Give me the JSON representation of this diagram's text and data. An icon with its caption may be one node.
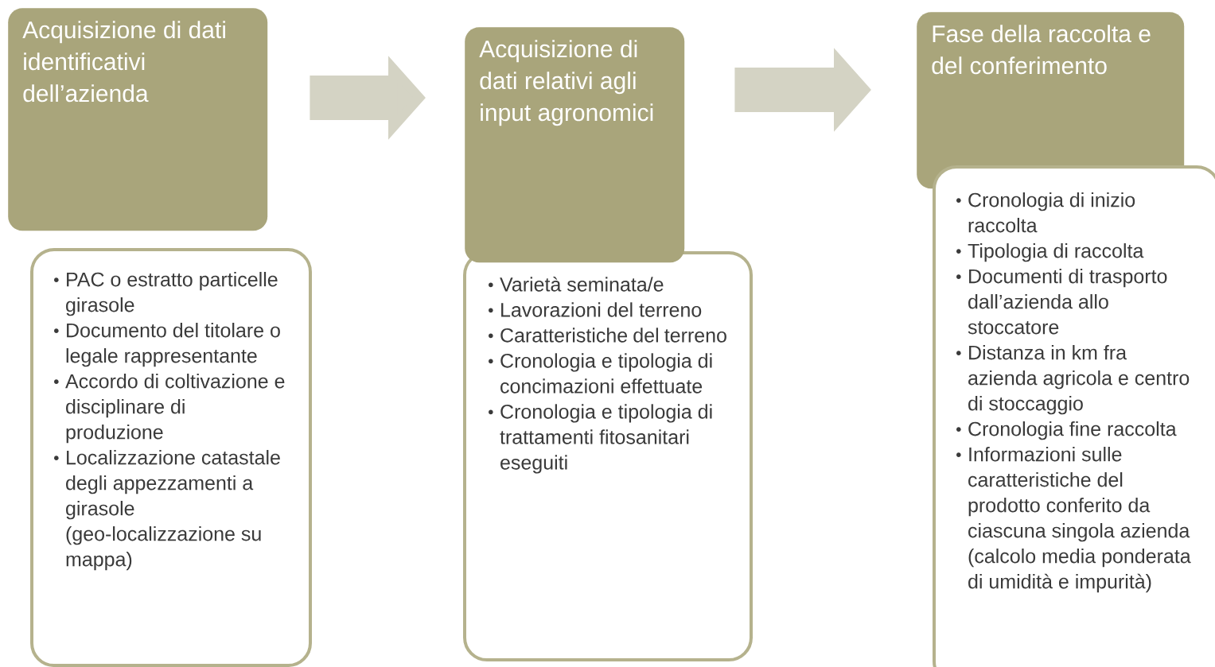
{
  "diagram": {
    "nodes": [
      {
        "text": [
          "Acquisizione di dati identificativi dell’azienda"
        ]
      },
      {
        "text": [
          "PAC o estratto particelle girasole",
          "Documento del titolare o legale rappresentante",
          "Accordo di coltivazione e disciplinare di produzione",
          "Localizzazione catastale degli appezzamenti a girasole (geo-localizzazione su mappa)"
        ]
      },
      {
        "text": [
          "Acquisizione di dati relativi agli input agronomici"
        ]
      },
      {
        "text": [
          "Varietà seminata/e",
          "Lavorazioni del terreno",
          "Caratteristiche del terreno",
          "Cronologia e tipologia di concimazioni effettuate",
          "Cronologia e tipologia di trattamenti fitosanitari eseguiti"
        ]
      },
      {
        "text": [
          "Fase della raccolta e del conferimento"
        ]
      },
      {
        "text": [
          "Cronologia di inizio raccolta",
          "Tipologia di raccolta",
          "Documenti di trasporto dall’azienda allo stoccatore",
          "Distanza in km fra azienda agricola e centro di stoccaggio",
          "Cronologia fine raccolta",
          "Informazioni sulle caratteristiche del prodotto conferito da ciascuna singola azienda (calcolo media ponderata di umidità e impurità)"
        ]
      }
    ],
    "edges": [
      {
        "from": 0,
        "to": 2,
        "arrow": "to"
      },
      {
        "from": 2,
        "to": 4,
        "arrow": "to"
      }
    ]
  }
}
